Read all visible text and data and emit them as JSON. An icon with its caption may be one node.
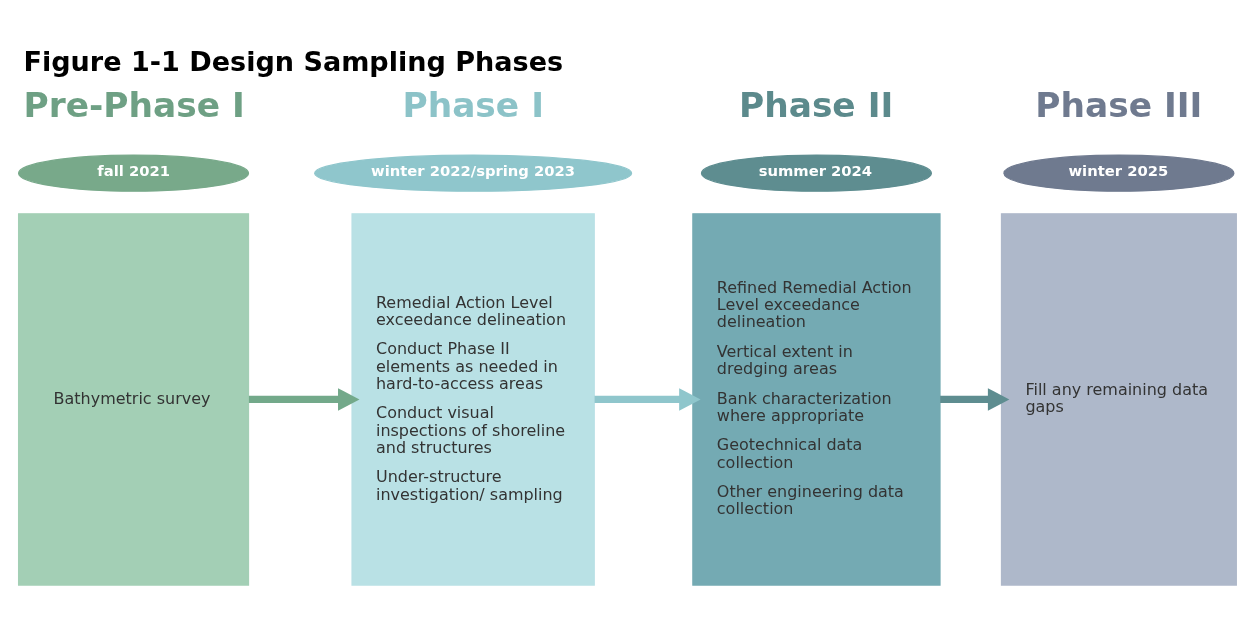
{
  "diagram": {
    "title": "Figure 1-1 Design Sampling Phases",
    "nodes": [
      {
        "text": [
          "fall 2021"
        ]
      },
      {
        "text": [
          "Bathymetric survey"
        ]
      },
      {
        "text": [
          "winter 2022/spring 2023"
        ]
      },
      {
        "text": [
          "Remedial Action Level exceedance delineation",
          "Conduct Phase II elements as needed in hard-to-access areas",
          "Conduct visual inspections of shoreline and structures",
          "Under-structure investigation/ sampling"
        ]
      },
      {
        "text": [
          "summer 2024"
        ]
      },
      {
        "text": [
          "Refined Remedial Action Level exceedance delineation",
          "Vertical extent in dredging areas",
          "Bank characterization where appropriate",
          "Geotechnical data collection",
          "Other engineering data collection"
        ]
      },
      {
        "text": [
          "winter 2025"
        ]
      },
      {
        "text": [
          "Fill any remaining data gaps"
        ]
      }
    ],
    "edges": [
      {
        "from": 1,
        "to": 3,
        "arrow": "to",
        "color": "#73a98a"
      },
      {
        "from": 3,
        "to": 5,
        "arrow": "to",
        "color": "#8fc6cc"
      },
      {
        "from": 5,
        "to": 7,
        "arrow": "to",
        "color": "#5e8d90"
      }
    ],
    "labels": [
      "Pre-Phase I",
      "Phase I",
      "Phase II",
      "Phase III"
    ]
  }
}
